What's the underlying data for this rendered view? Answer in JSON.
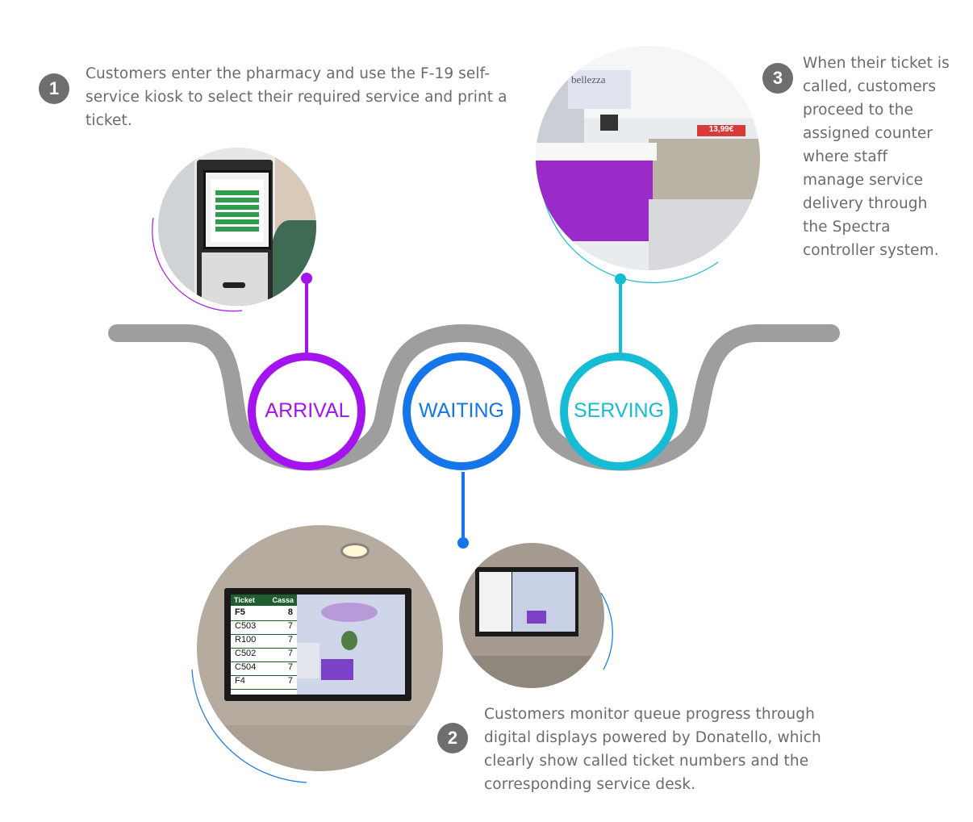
{
  "stages": [
    {
      "label": "ARRIVAL",
      "color": "#a414ee"
    },
    {
      "label": "WAITING",
      "color": "#1476e8"
    },
    {
      "label": "SERVING",
      "color": "#16bcd4"
    }
  ],
  "steps": [
    {
      "number": "1",
      "text": "Customers enter the pharmacy and use the F-19 self-service kiosk to select their required service and print a ticket."
    },
    {
      "number": "2",
      "text": "Customers monitor queue progress through digital displays powered by Donatello, which clearly show called ticket numbers and the corresponding service desk."
    },
    {
      "number": "3",
      "text": "When their ticket is called, customers proceed to the assigned counter where staff manage service delivery through the Spectra controller system."
    }
  ],
  "photos": {
    "kiosk_menu_count": 6,
    "queue_table": {
      "headers": [
        "Ticket",
        "Cassa"
      ],
      "rows": [
        [
          "F5",
          "8"
        ],
        [
          "C503",
          "7"
        ],
        [
          "R100",
          "7"
        ],
        [
          "C502",
          "7"
        ],
        [
          "C504",
          "7"
        ],
        [
          "F4",
          "7"
        ]
      ]
    },
    "store_sign": "bellezza",
    "price_tag": "13,99€"
  },
  "track_color": "#9e9e9e"
}
